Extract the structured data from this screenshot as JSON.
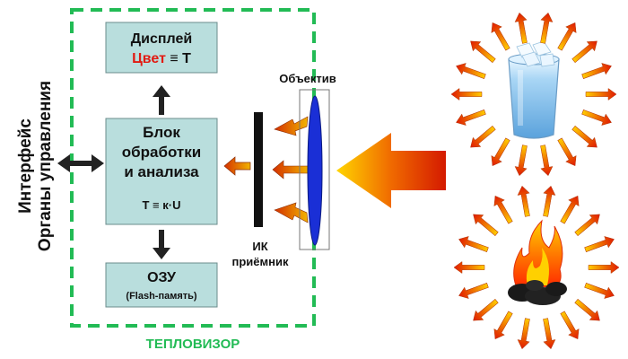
{
  "colors": {
    "frame": "#22bb55",
    "block_fill": "#b9dedd",
    "block_stroke": "#6b8c8c",
    "accent_red": "#e11b12",
    "lens": "#1a2fd6",
    "big_arrow_start": "#ffd500",
    "big_arrow_end": "#d41a00",
    "ray_start": "#ffc400",
    "ray_end": "#e01a00"
  },
  "frame": {
    "title": "ТЕПЛОВИЗОР"
  },
  "interface": {
    "line1": "Интерфейс",
    "line2": "Органы управления"
  },
  "display": {
    "title": "Дисплей",
    "color_word": "Цвет",
    "formula": " ≡ T"
  },
  "processing": {
    "line1": "Блок",
    "line2": "обработки",
    "line3": "и анализа",
    "formula": "T ≡ к·U"
  },
  "memory": {
    "title": "ОЗУ",
    "subtitle": "(Flash-память)"
  },
  "lens": {
    "label": "Объектив"
  },
  "detector": {
    "line1": "ИК",
    "line2": "приёмник"
  },
  "sources": [
    {
      "name": "glass-of-ice-water",
      "icon": "ice-glass-icon"
    },
    {
      "name": "campfire",
      "icon": "fire-icon"
    }
  ]
}
